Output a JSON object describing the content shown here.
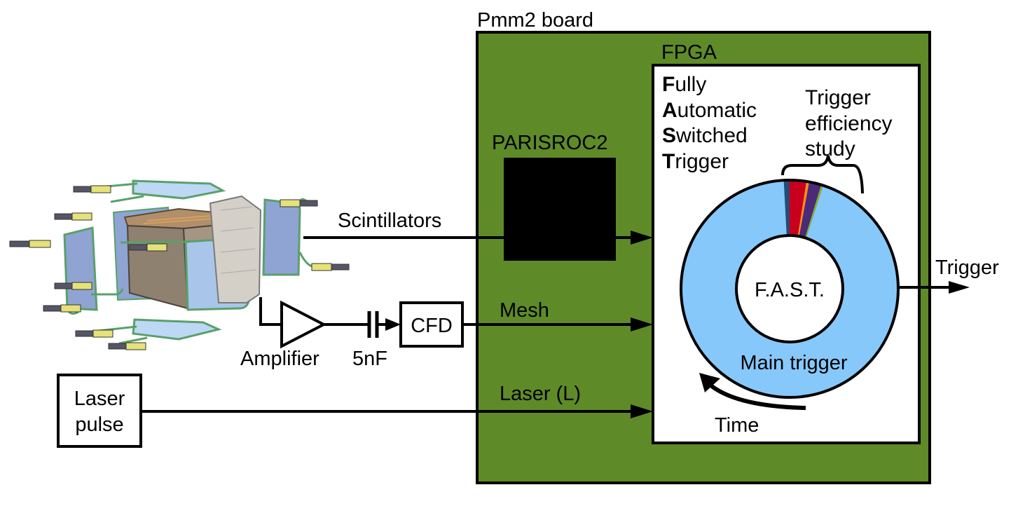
{
  "board": {
    "title": "Pmm2 board",
    "color": "#5f8a28"
  },
  "fpga": {
    "title": "FPGA"
  },
  "chip": {
    "label": "PARISROC2"
  },
  "fast": {
    "lines": [
      {
        "initial": "F",
        "rest": "ully"
      },
      {
        "initial": "A",
        "rest": "utomatic"
      },
      {
        "initial": "S",
        "rest": "witched"
      },
      {
        "initial": "T",
        "rest": "rigger"
      }
    ],
    "center_label": "F.A.S.T.",
    "main_label": "Main trigger",
    "study_label_lines": [
      "Trigger",
      "efficiency",
      "study"
    ],
    "time_label": "Time",
    "output_label": "Trigger"
  },
  "signals": {
    "scintillators": "Scintillators",
    "mesh": "Mesh",
    "laser": "Laser (L)"
  },
  "components": {
    "amplifier": "Amplifier",
    "capacitor": "5nF",
    "cfd": "CFD",
    "laser_pulse_lines": [
      "Laser",
      "pulse"
    ]
  },
  "ring_segments": [
    {
      "name": "main",
      "start_deg": 18,
      "end_deg": 357,
      "color": "#87c8fa"
    },
    {
      "name": "dark-blue",
      "start_deg": 357,
      "end_deg": 360,
      "color": "#1f4e79"
    },
    {
      "name": "red",
      "start_deg": 0,
      "end_deg": 9,
      "color": "#c8001e"
    },
    {
      "name": "orange",
      "start_deg": 9,
      "end_deg": 10.5,
      "color": "#ff8c1a"
    },
    {
      "name": "purple",
      "start_deg": 10.5,
      "end_deg": 17,
      "color": "#4b2a78"
    },
    {
      "name": "green",
      "start_deg": 17,
      "end_deg": 18,
      "color": "#7fb030"
    }
  ]
}
